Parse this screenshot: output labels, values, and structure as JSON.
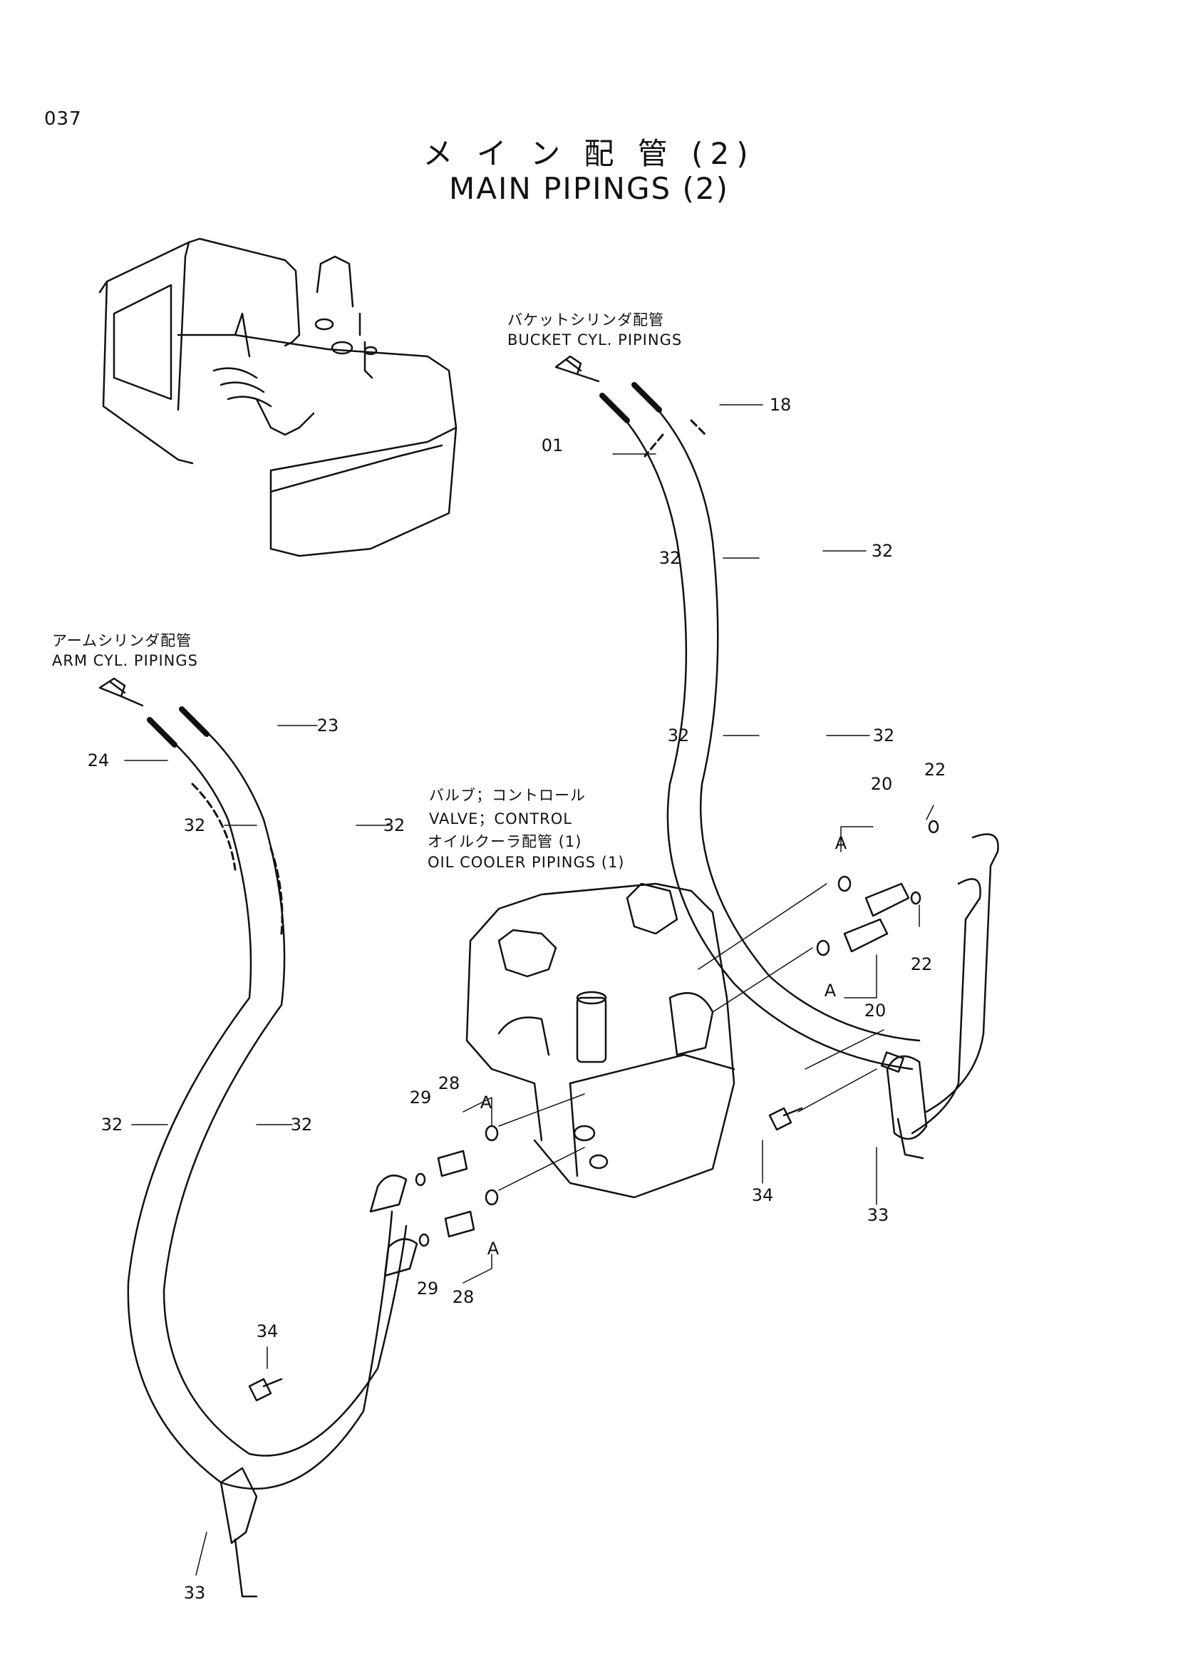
{
  "page": {
    "number": "037"
  },
  "title": {
    "jp": "メ イ ン 配 管  (2)",
    "en": "MAIN PIPINGS (2)"
  },
  "labels": {
    "bucket_jp": "バケットシリンダ配管",
    "bucket_en": "BUCKET CYL. PIPINGS",
    "arm_jp": "アームシリンダ配管",
    "arm_en": "ARM CYL. PIPINGS",
    "valve_jp": "バルブ；コントロール",
    "valve_en": "VALVE；CONTROL",
    "cooler_jp": "オイルクーラ配管 (1)",
    "cooler_en": "OIL  COOLER  PIPINGS (1)"
  },
  "part_numbers": {
    "p01": "01",
    "p18": "18",
    "p20a": "20",
    "p20b": "20",
    "p22a": "22",
    "p22b": "22",
    "p23": "23",
    "p24": "24",
    "p28a": "28",
    "p28b": "28",
    "p29a": "29",
    "p29b": "29",
    "p32a": "32",
    "p32b": "32",
    "p32c": "32",
    "p32d": "32",
    "p32e": "32",
    "p32f": "32",
    "p32g": "32",
    "p32h": "32",
    "p33a": "33",
    "p33b": "33",
    "p34a": "34",
    "p34b": "34",
    "a1": "A",
    "a2": "A",
    "a3": "A",
    "a4": "A"
  }
}
